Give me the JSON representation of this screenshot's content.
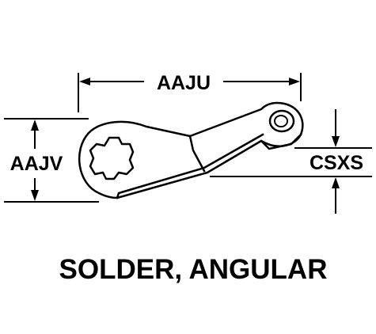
{
  "dimensions": {
    "length": "AAJU",
    "height": "AAJV",
    "offset": "CSXS"
  },
  "caption": "SOLDER, ANGULAR"
}
